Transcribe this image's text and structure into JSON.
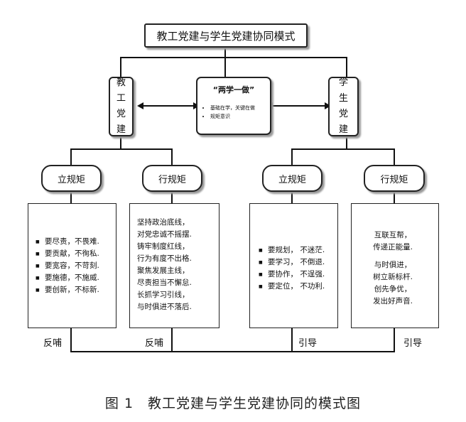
{
  "title": "教工党建与学生党建协同模式",
  "left_vertical": "教工党建",
  "right_vertical": "学生党建",
  "center": {
    "title": "“两学一做”",
    "items": [
      "基础在学，关键在做",
      "规矩意识"
    ]
  },
  "pills": [
    "立规矩",
    "行规矩",
    "立规矩",
    "行规矩"
  ],
  "box1": [
    "要尽责，不畏难.",
    "要贡献，不徇私.",
    "要宽容，不苛刻.",
    "要施德，不施威.",
    "要创新，不标新."
  ],
  "box2": [
    "坚持政治底线，",
    "对党忠诚不摇摆.",
    "铸牢制度红线，",
    "行为有度不出格.",
    "聚焦发展主线，",
    "尽责担当不懈怠.",
    "长抓学习引线，",
    "与时俱进不落后."
  ],
  "box3": [
    "要规划， 不迷茫.",
    "要学习， 不倒退.",
    "要协作， 不逞强.",
    "要定位， 不功利."
  ],
  "box4": [
    "互联互帮，",
    "传递正能量.",
    "与时俱进，",
    "树立新标杆.",
    "创先争优，",
    "发出好声音."
  ],
  "footer": [
    "反哺",
    "反哺",
    "引导",
    "引导"
  ],
  "caption": "图 1　教工党建与学生党建协同的模式图"
}
